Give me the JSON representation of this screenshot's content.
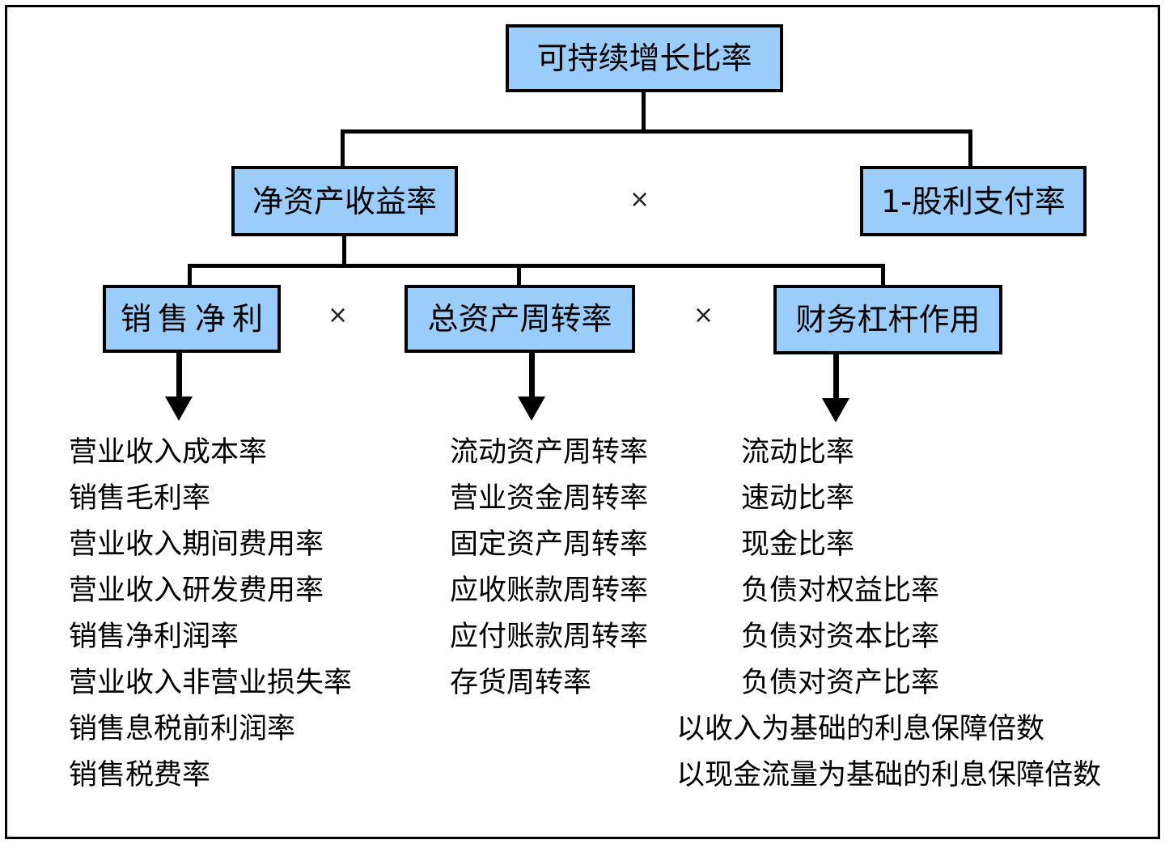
{
  "diagram": {
    "title_node": {
      "label": "可持续增长比率"
    },
    "level2": {
      "left": {
        "label": "净资产收益率"
      },
      "operator": "×",
      "right": {
        "label": "1-股利支付率"
      }
    },
    "level3": {
      "box1": {
        "label": "销售净利"
      },
      "op1": "×",
      "box2": {
        "label": "总资产周转率"
      },
      "op2": "×",
      "box3": {
        "label": "财务杠杆作用"
      }
    },
    "leaf_columns": [
      {
        "parent": "销售净利",
        "items": [
          "营业收入成本率",
          "销售毛利率",
          "营业收入期间费用率",
          "营业收入研发费用率",
          "销售净利润率",
          "营业收入非营业损失率",
          "销售息税前利润率",
          "销售税费率"
        ]
      },
      {
        "parent": "总资产周转率",
        "items": [
          "流动资产周转率",
          "营业资金周转率",
          "固定资产周转率",
          "应收账款周转率",
          "应付账款周转率",
          "存货周转率"
        ]
      },
      {
        "parent": "财务杠杆作用",
        "items": [
          "流动比率",
          "速动比率",
          "现金比率",
          "负债对权益比率",
          "负债对资本比率",
          "负债对资产比率",
          "以收入为基础的利息保障倍数",
          "以现金流量为基础的利息保障倍数"
        ]
      }
    ],
    "colors": {
      "node_fill": "#9ACDFA",
      "node_border": "#000000",
      "text": "#000000",
      "background": "#FFFFFF"
    }
  }
}
